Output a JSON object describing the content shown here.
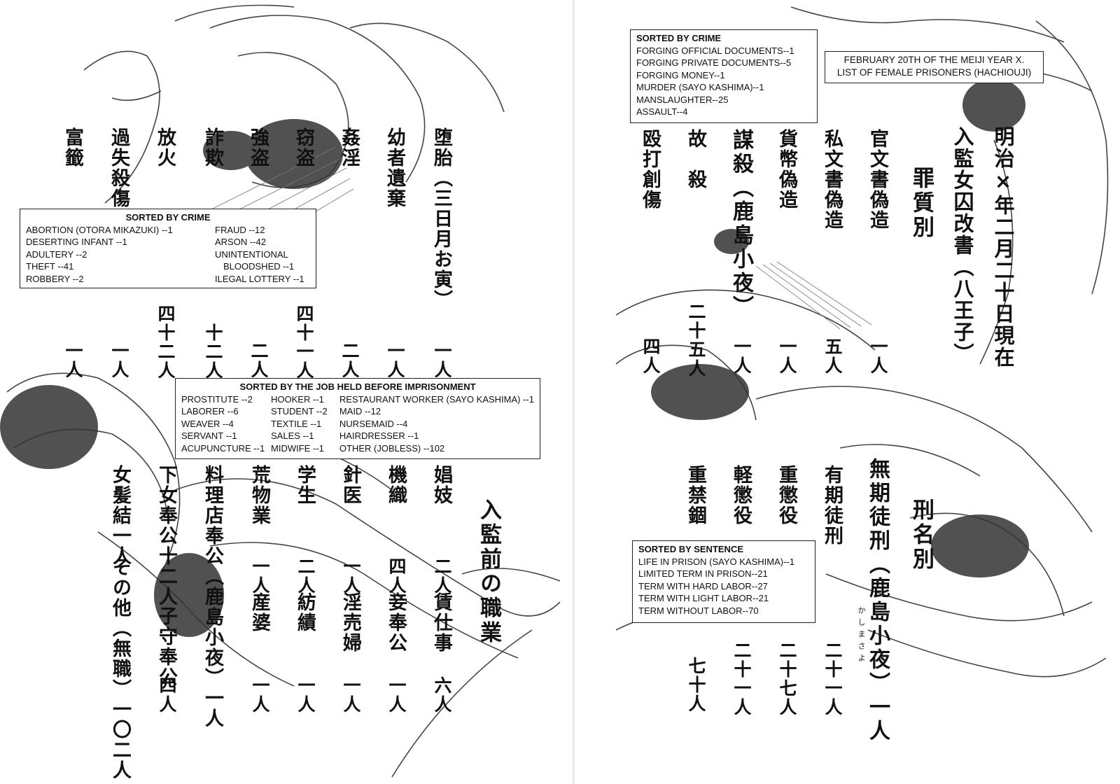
{
  "left": {
    "crime_columns": [
      {
        "label": "堕胎（三日月お寅）",
        "count": "一人"
      },
      {
        "label": "幼者遺棄",
        "count": "一人"
      },
      {
        "label": "姦淫",
        "count": "二人"
      },
      {
        "label": "窃盗",
        "count": "四十一人"
      },
      {
        "label": "強盗",
        "count": "二人"
      },
      {
        "label": "詐欺",
        "count": "十二人"
      },
      {
        "label": "放火",
        "count": "四十二人"
      },
      {
        "label": "過失殺傷",
        "count": "一人"
      },
      {
        "label": "富籤",
        "count": "一人"
      }
    ],
    "crime_box": {
      "title": "SORTED BY CRIME",
      "col1": [
        "ABORTION (OTORA MIKAZUKI) --1",
        "DESERTING INFANT --1",
        "ADULTERY --2",
        "THEFT --41",
        "ROBBERY --2"
      ],
      "col2": [
        "FRAUD --12",
        "ARSON --42",
        "UNINTENTIONAL",
        "BLOODSHED --1",
        "ILEGAL LOTTERY --1"
      ]
    },
    "job_heading": "入監前の職業",
    "job_columns": [
      {
        "label": "娼妓",
        "count": "二人",
        "label2": "賃仕事",
        "count2": "六人"
      },
      {
        "label": "機織",
        "count": "四人",
        "label2": "妾奉公",
        "count2": "一人"
      },
      {
        "label": "針医",
        "count": "一人",
        "label2": "淫売婦",
        "count2": "一人"
      },
      {
        "label": "学生",
        "count": "二人",
        "label2": "紡績",
        "count2": "一人"
      },
      {
        "label": "荒物業",
        "count": "一人",
        "label2": "産婆",
        "count2": "一人"
      },
      {
        "label": "料理店奉公（鹿島小夜）一人",
        "count": "",
        "label2": "",
        "count2": ""
      },
      {
        "label": "下女奉公十二人",
        "count": "",
        "label2": "子守奉公",
        "count2": "四人"
      },
      {
        "label": "女髪結一人",
        "count": "",
        "label2": "その他（無職）一〇二人",
        "count2": ""
      }
    ],
    "job_box": {
      "title": "SORTED BY THE JOB HELD BEFORE IMPRISONMENT",
      "col1": [
        "PROSTITUTE --2",
        "LABORER --6",
        "WEAVER --4",
        "SERVANT --1",
        "ACUPUNCTURE --1"
      ],
      "col2": [
        "HOOKER --1",
        "STUDENT --2",
        "TEXTILE --1",
        "SALES --1",
        "MIDWIFE --1"
      ],
      "col3": [
        "RESTAURANT WORKER (SAYO KASHIMA) --1",
        "MAID --12",
        "NURSEMAID --4",
        "HAIRDRESSER --1",
        "OTHER (JOBLESS) --102"
      ]
    }
  },
  "right": {
    "title_col1": "明治×年二月二十日現在",
    "title_col2": "入監女囚改書（八王子）",
    "title_box": {
      "line1": "FEBRUARY 20TH OF THE MEIJI YEAR X.",
      "line2": "LIST OF FEMALE PRISONERS (HACHIOUJI)"
    },
    "crime_heading": "罪質別",
    "crime_columns": [
      {
        "label": "官文書偽造",
        "count": "一人"
      },
      {
        "label": "私文書偽造",
        "count": "五人"
      },
      {
        "label": "貨幣偽造",
        "count": "一人"
      },
      {
        "label": "謀殺（鹿島小夜）",
        "count": "一人"
      },
      {
        "label": "故　殺",
        "count": "二十五人"
      },
      {
        "label": "殴打創傷",
        "count": "四人"
      }
    ],
    "crime_box": {
      "title": "SORTED BY CRIME",
      "lines": [
        "FORGING OFFICIAL DOCUMENTS--1",
        "FORGING PRIVATE DOCUMENTS--5",
        "FORGING MONEY--1",
        "MURDER (SAYO KASHIMA)--1",
        "MANSLAUGHTER--25",
        "ASSAULT--4"
      ]
    },
    "sentence_heading": "刑名別",
    "sentence_columns": [
      {
        "label": "無期徒刑（鹿島小夜）一人",
        "count": ""
      },
      {
        "label": "有期徒刑",
        "count": "二十一人"
      },
      {
        "label": "重懲役",
        "count": "二十七人"
      },
      {
        "label": "軽懲役",
        "count": "二十一人"
      },
      {
        "label": "重禁錮",
        "count": "七十人"
      }
    ],
    "furigana": "かしまさよ",
    "sentence_box": {
      "title": "SORTED BY SENTENCE",
      "lines": [
        "LIFE IN PRISON (SAYO KASHIMA)--1",
        "LIMITED TERM IN PRISON--21",
        "TERM WITH HARD LABOR--27",
        "TERM WITH LIGHT LABOR--21",
        "TERM WITHOUT LABOR--70"
      ]
    }
  }
}
